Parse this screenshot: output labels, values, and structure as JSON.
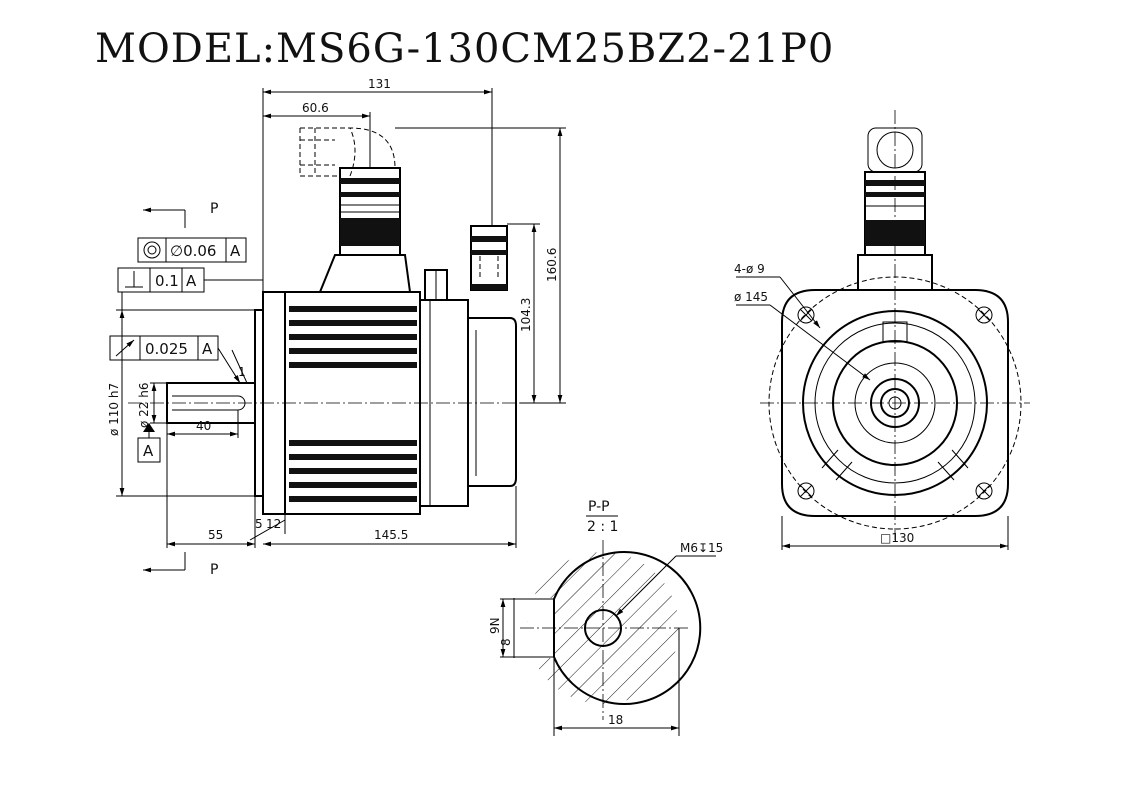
{
  "title": "MODEL:MS6G-130CM25BZ2-21P0",
  "dims": {
    "overall_131": "131",
    "connector_60_6": "60.6",
    "height_160_6": "160.6",
    "height_104_3": "104.3",
    "bolt_holes": "4-ø 9",
    "pcd_145": "ø 145",
    "pilot_110": "ø 110  h7",
    "shaft_22": "ø 22 h6",
    "keyway_40": "40",
    "shaft_55": "55",
    "flange_5": "5",
    "flange_12": "12",
    "body_145_5": "145.5",
    "chamfer_1": "1",
    "flange_square": "□130",
    "section_key_9": "9N",
    "section_8": "8",
    "section_18": "18",
    "tap_hole": "M6↧15"
  },
  "gdt": {
    "concentricity": "∅0.06",
    "perpendicularity": "0.1",
    "runout": "0.025",
    "datum": "A",
    "datum_box": "A"
  },
  "section": {
    "label_top": "P-P",
    "label_scale": "2 : 1",
    "view_mark_top": "P",
    "view_mark_bottom": "P"
  }
}
